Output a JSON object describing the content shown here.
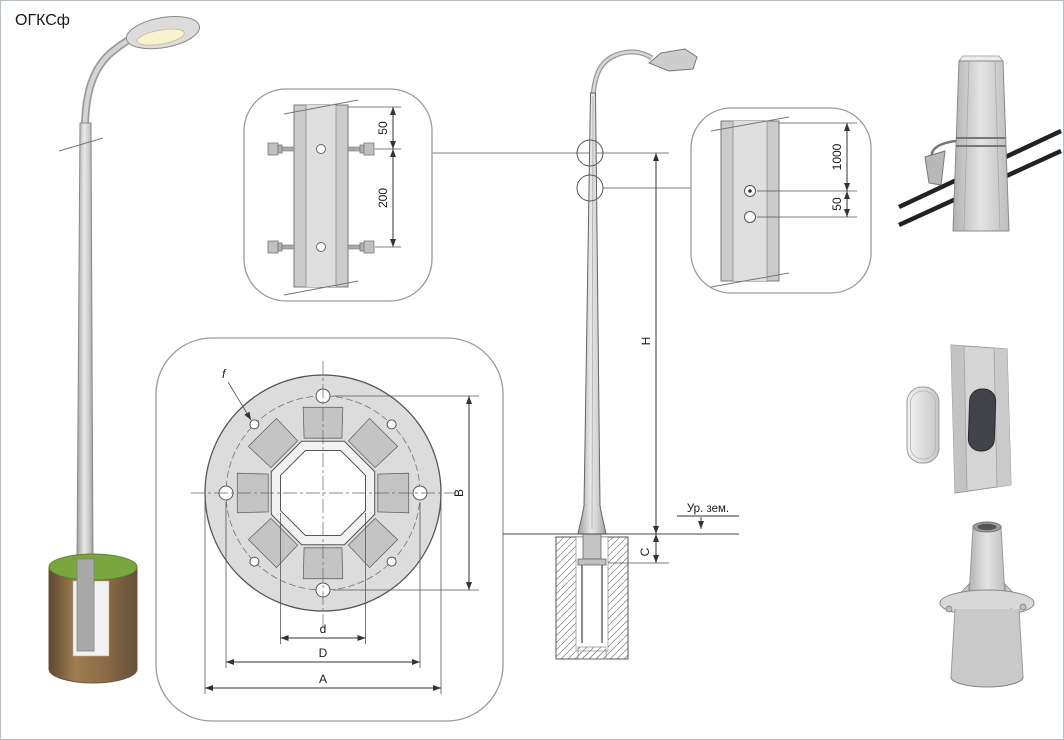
{
  "title": "ОГКСф",
  "elevation": {
    "dim_h": "H",
    "dim_c": "C",
    "ground_label": "Ур. зем."
  },
  "bolt_detail": {
    "dim_edge": "50",
    "dim_spacing": "200"
  },
  "hole_detail": {
    "dim_height": "1000",
    "dim_offset": "50"
  },
  "flange_detail": {
    "dim_hole": "f",
    "dim_b": "B",
    "dim_d": "d",
    "dim_big_d": "D",
    "dim_a": "A"
  },
  "colors": {
    "pole_gray": "#c9c9c9",
    "foundation_brown": "#8a6a46",
    "grass_green": "#79a63f",
    "cable_black": "#222222",
    "drawing_line": "#333333"
  }
}
